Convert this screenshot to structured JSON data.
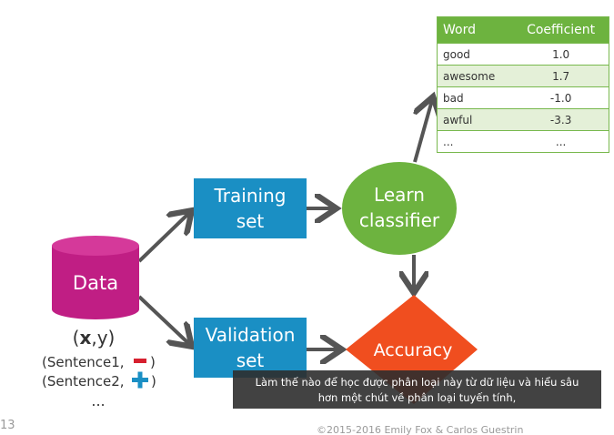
{
  "diagram": {
    "data_node": {
      "label": "Data"
    },
    "xy": {
      "open": "(",
      "x": "x",
      "comma_y_close": ",y)"
    },
    "examples": [
      {
        "text_before": "(Sentence1,",
        "text_after": ")",
        "sign": "minus"
      },
      {
        "text_before": "(Sentence2,",
        "text_after": ")",
        "sign": "plus"
      }
    ],
    "ellipsis": "...",
    "training_set": {
      "line1": "Training",
      "line2": "set"
    },
    "validation_set": {
      "line1": "Validation",
      "line2": "set"
    },
    "learn_classifier": {
      "line1": "Learn",
      "line2": "classifier"
    },
    "accuracy": {
      "label": "Accuracy"
    }
  },
  "table": {
    "headers": {
      "word": "Word",
      "coefficient": "Coefficient"
    },
    "rows": [
      {
        "word": "good",
        "coefficient": "1.0"
      },
      {
        "word": "awesome",
        "coefficient": "1.7"
      },
      {
        "word": "bad",
        "coefficient": "-1.0"
      },
      {
        "word": "awful",
        "coefficient": "-3.3"
      },
      {
        "word": "...",
        "coefficient": "..."
      }
    ]
  },
  "subtitle": {
    "line1": "Làm thế nào để học được phân loại này từ dữ liệu và hiểu sâu",
    "line2": "hơn một chút về phân loại tuyến tính,"
  },
  "footer": {
    "slide_number": "13",
    "copyright": "©2015-2016 Emily Fox & Carlos Guestrin"
  },
  "colors": {
    "data_node": "#c01e84",
    "set_box": "#1a8fc4",
    "learn_node": "#6db33f",
    "accuracy_node": "#f04e1f",
    "arrow": "#555555",
    "table_header": "#6db33f",
    "minus_sign": "#d6202f",
    "plus_sign": "#1a8fc4"
  }
}
